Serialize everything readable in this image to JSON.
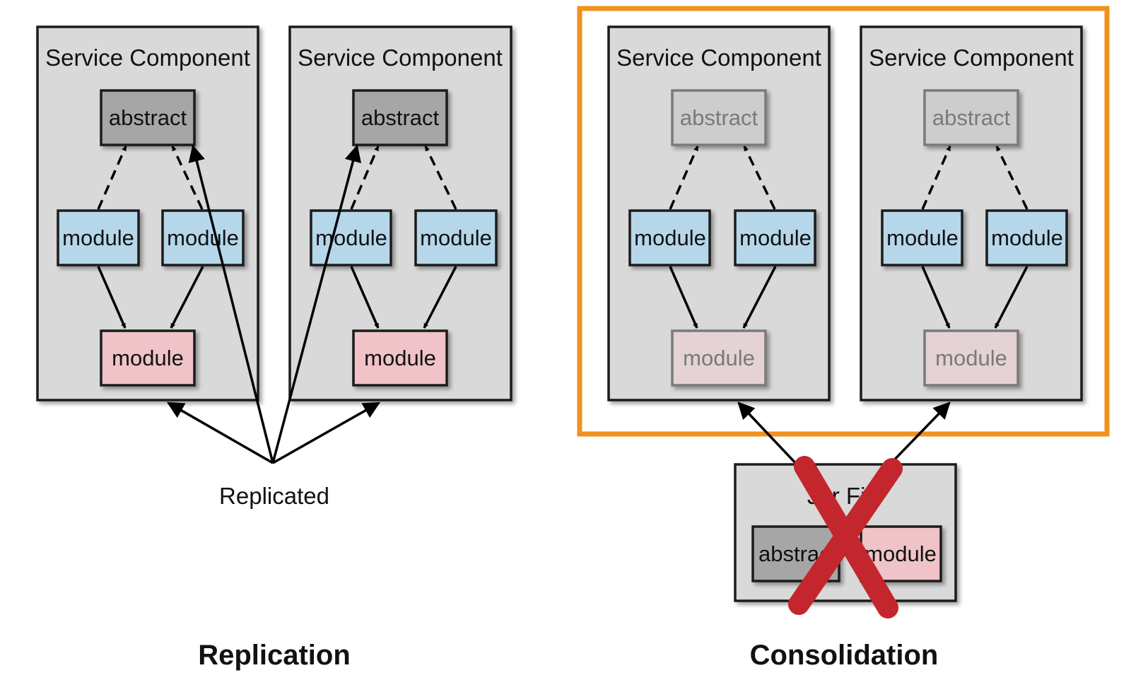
{
  "colors": {
    "component_bg": "#d9d9d9",
    "abstract_box": "#a6a6a6",
    "abstract_box_faded": "#cdcdcd",
    "module_blue": "#b6d7ea",
    "module_pink": "#efc3c8",
    "module_pink_faded": "#e4d2d4",
    "highlight_frame": "#f0921e",
    "cross_mark": "#c4262e",
    "border": "#1a1a1a"
  },
  "replication": {
    "caption": "Replication",
    "components": [
      {
        "title": "Service Component",
        "abstract": "abstract",
        "module_left": "module",
        "module_right": "module",
        "module_bottom": "module"
      },
      {
        "title": "Service Component",
        "abstract": "abstract",
        "module_left": "module",
        "module_right": "module",
        "module_bottom": "module"
      }
    ],
    "source_label": "Replicated"
  },
  "consolidation": {
    "caption": "Consolidation",
    "components": [
      {
        "title": "Service Component",
        "abstract": "abstract",
        "module_left": "module",
        "module_right": "module",
        "module_bottom": "module"
      },
      {
        "title": "Service Component",
        "abstract": "abstract",
        "module_left": "module",
        "module_right": "module",
        "module_bottom": "module"
      }
    ],
    "jar": {
      "title": "Jar File",
      "abstract": "abstract",
      "module": "module",
      "crossed_out": true
    }
  }
}
